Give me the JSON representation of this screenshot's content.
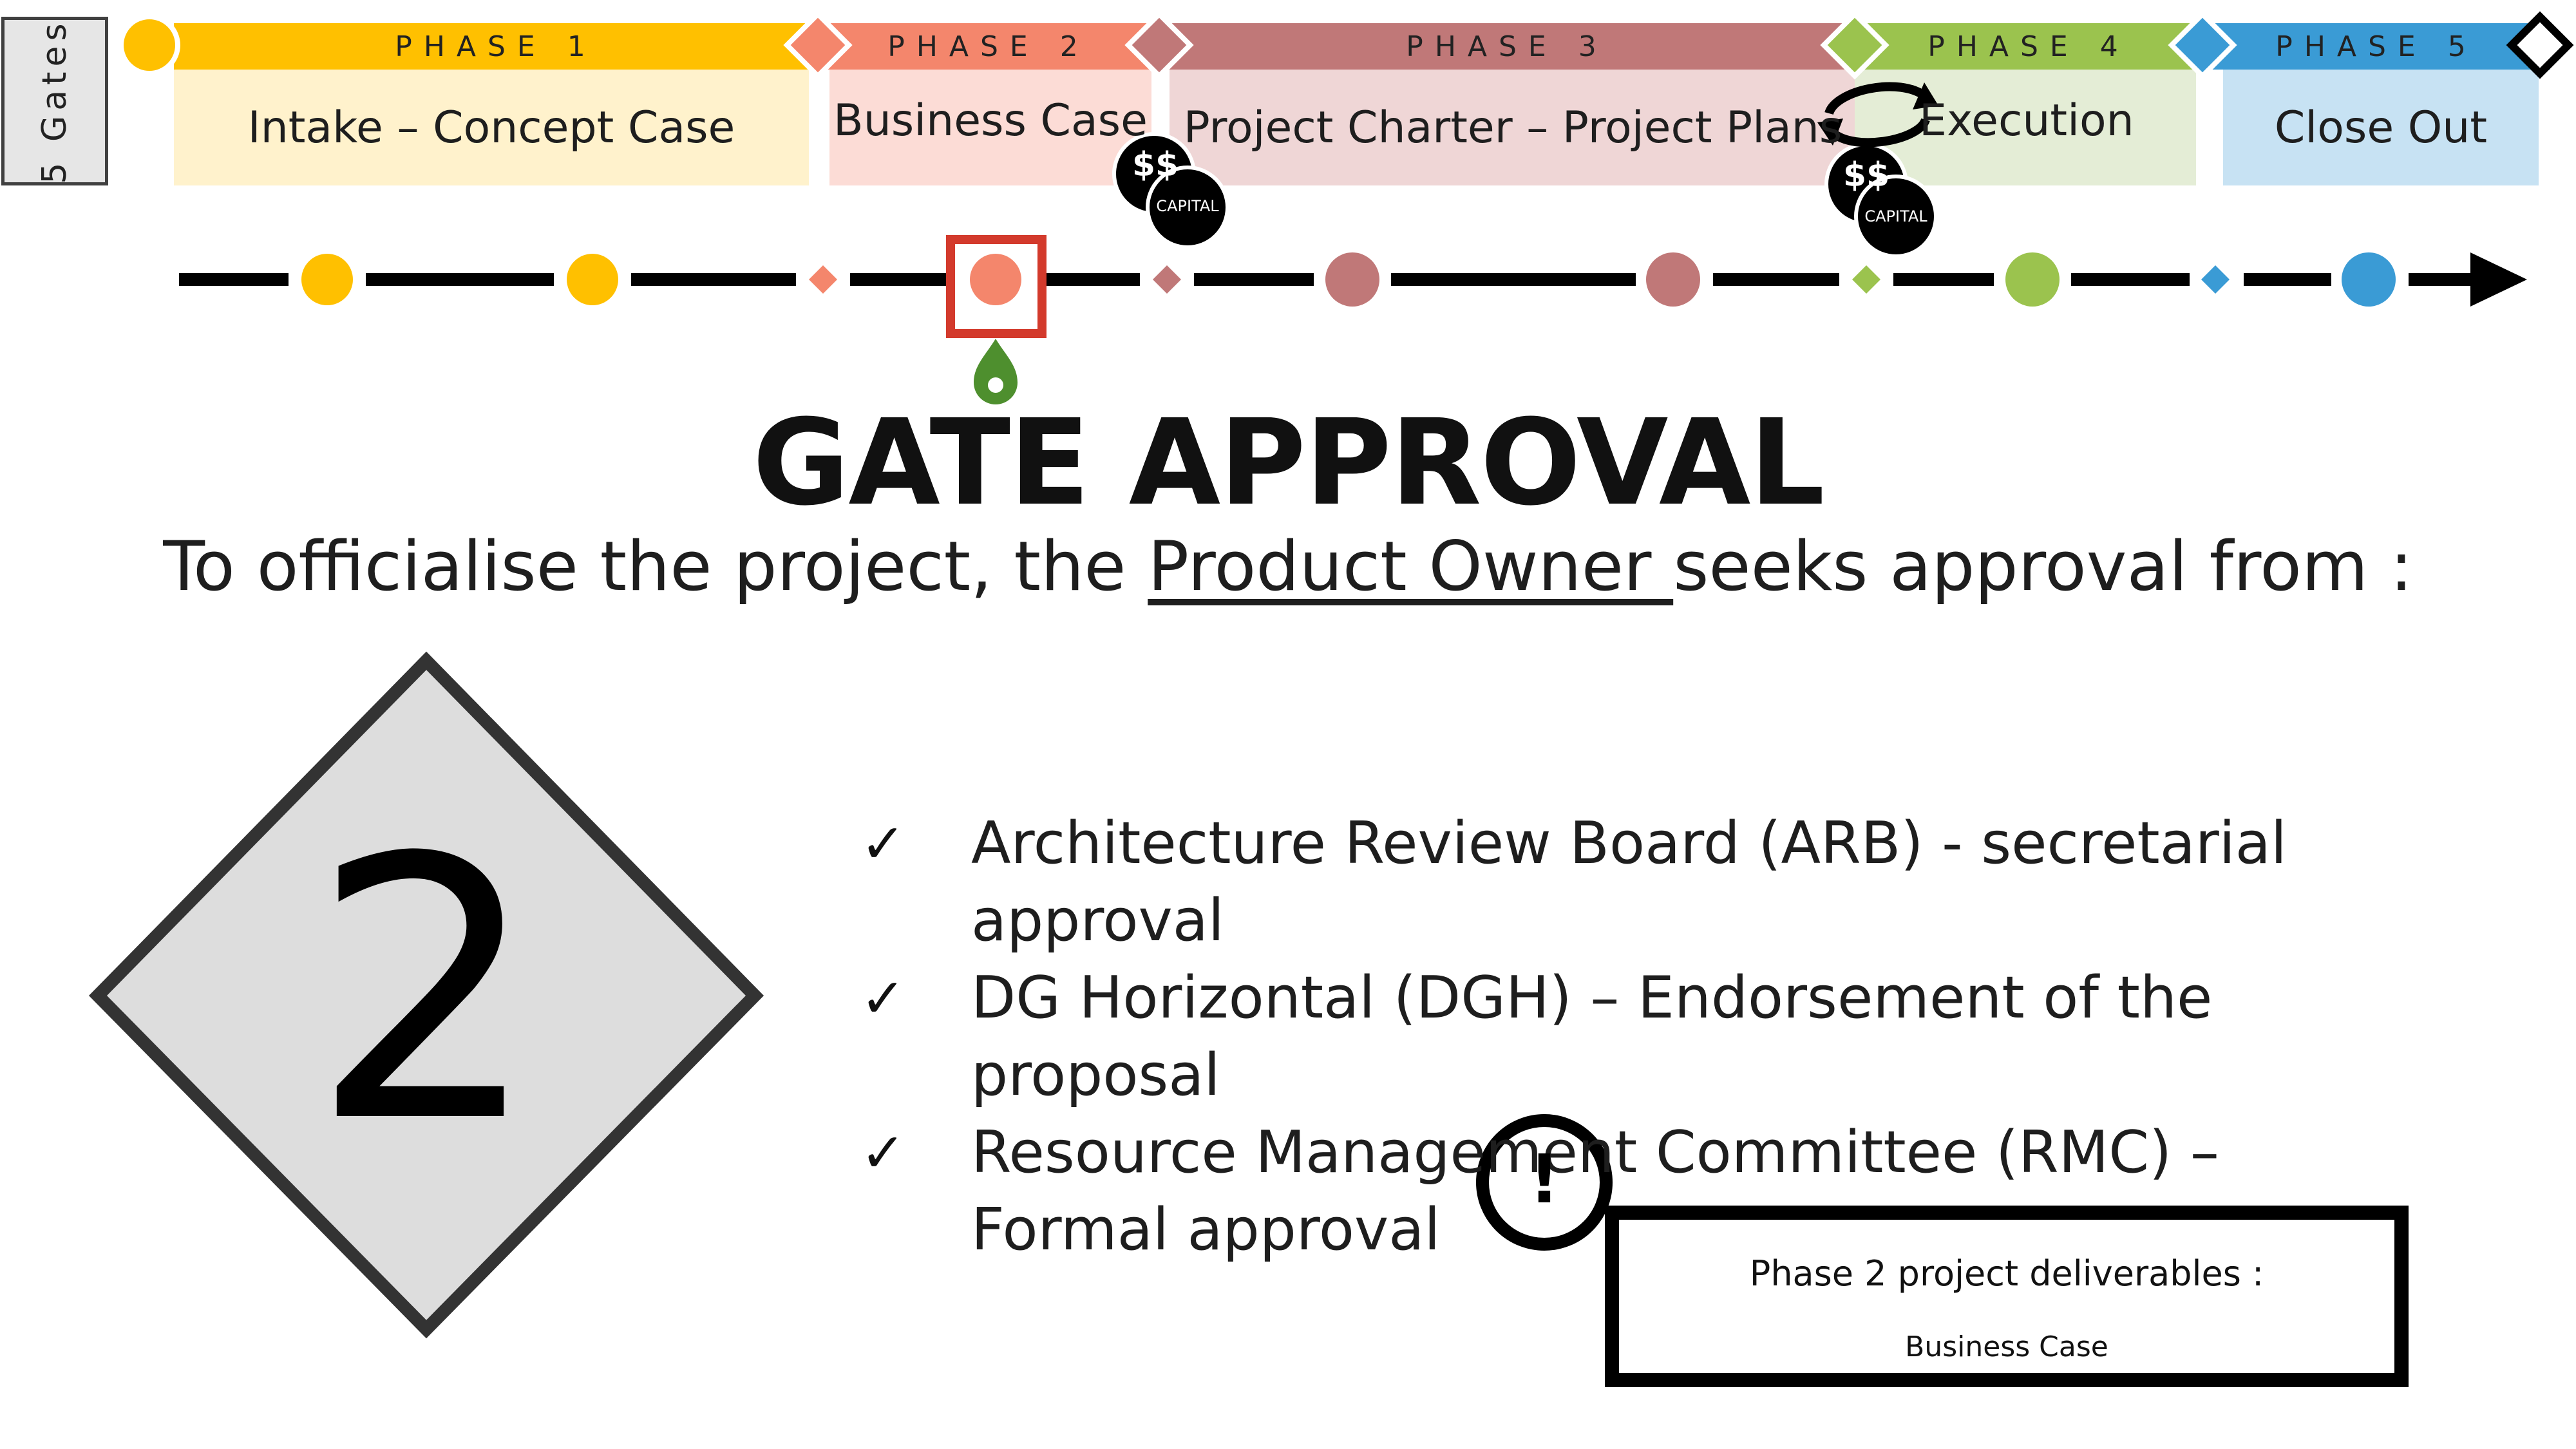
{
  "sidebar": {
    "label": "5 Gates"
  },
  "phases": [
    {
      "header": "PHASE 1",
      "name": "Intake – Concept Case",
      "header_color": "#FFC000",
      "body_color": "#FFF2CC"
    },
    {
      "header": "PHASE 2",
      "name": "Business Case",
      "header_color": "#F4866C",
      "body_color": "#FCDCD6"
    },
    {
      "header": "PHASE 3",
      "name": "Project Charter – Project Plans",
      "header_color": "#C07878",
      "body_color": "#EFD6D6"
    },
    {
      "header": "PHASE 4",
      "name": "Execution",
      "header_color": "#9BC34E",
      "body_color": "#E4EDD6"
    },
    {
      "header": "PHASE 5",
      "name": "Close Out",
      "header_color": "#3A9BD5",
      "body_color": "#C7E2F3"
    }
  ],
  "capital_badges": [
    {
      "symbol": "$$",
      "label": "CAPITAL"
    },
    {
      "symbol": "$$",
      "label": "CAPITAL"
    }
  ],
  "timeline": {
    "current_gate": 2,
    "highlight_color": "#D33A2C",
    "marker_color": "#4E8F2E"
  },
  "heading": {
    "title": "GATE APPROVAL",
    "subtitle_before": "To officialise the project, the ",
    "subtitle_owner": "Product Owner ",
    "subtitle_after": "seeks approval from :"
  },
  "gate": {
    "number": "2",
    "fill": "#DDDDDD",
    "stroke": "#333333"
  },
  "approvals": [
    {
      "check": "✓",
      "text": "Architecture Review Board (ARB) - secretarial approval"
    },
    {
      "check": "✓",
      "text": "DG Horizontal (DGH) – Endorsement of the proposal"
    },
    {
      "check": "✓",
      "text": "Resource Management Committee (RMC) – Formal approval"
    }
  ],
  "deliverables": {
    "icon_text": "!",
    "title": "Phase 2 project deliverables :",
    "items": "Business Case"
  }
}
